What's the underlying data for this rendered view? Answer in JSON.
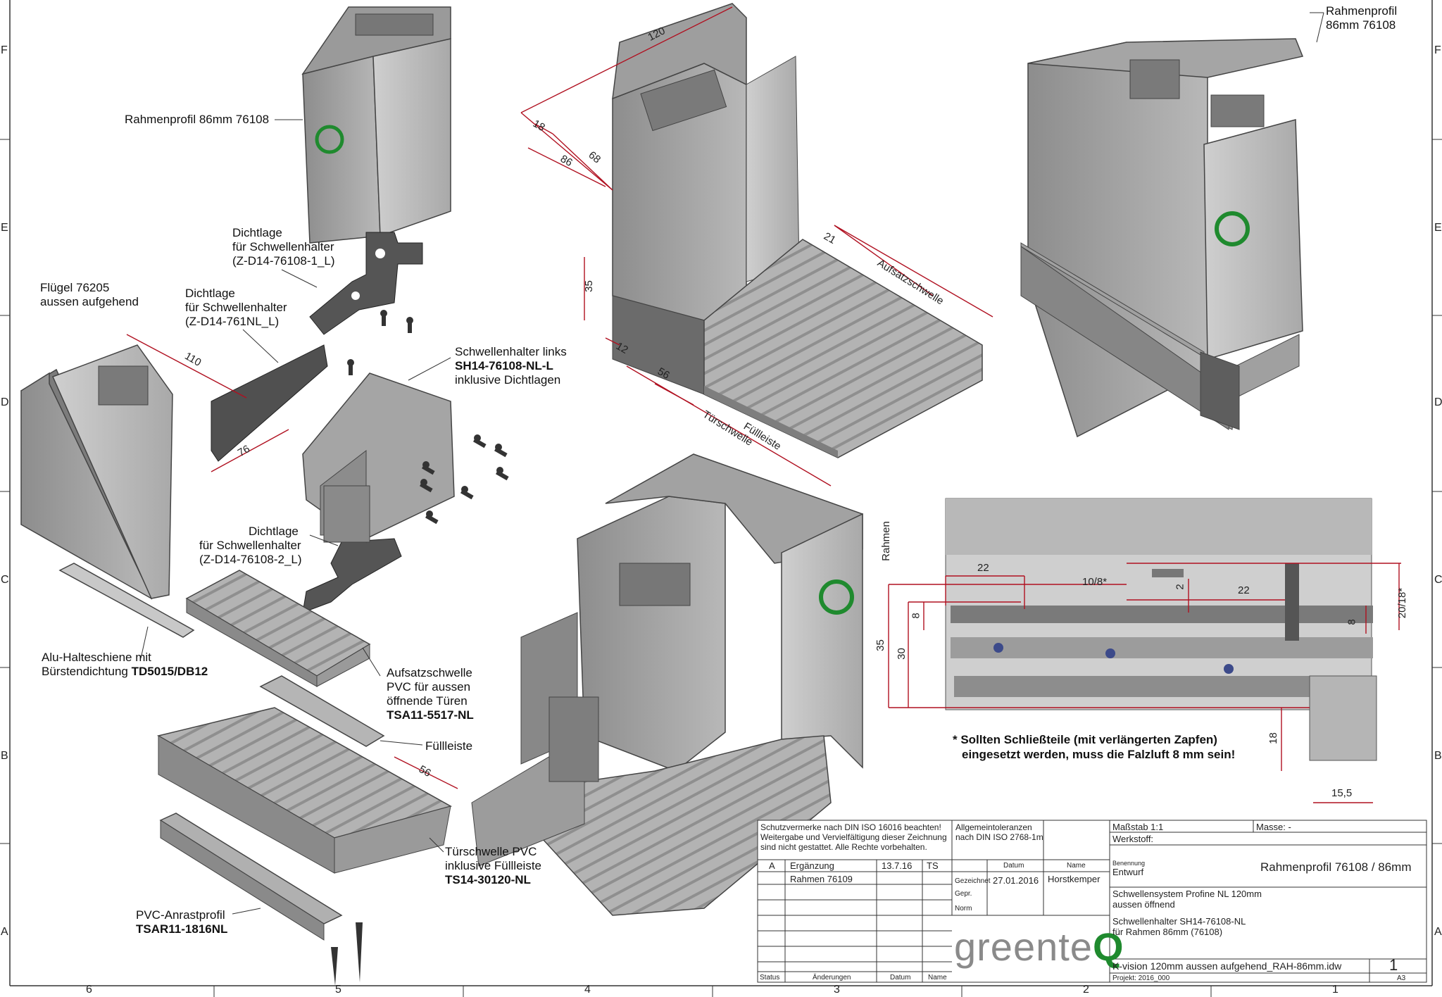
{
  "labels": {
    "rahmenprofil_top": "Rahmenprofil 86mm 76108",
    "rahmenprofil_tr_1": "Rahmenprofil",
    "rahmenprofil_tr_2": "86mm 76108",
    "dichtlage1_1": "Dichtlage",
    "dichtlage1_2": "für Schwellenhalter",
    "dichtlage1_3": "(Z-D14-76108-1_L)",
    "fluegel_1": "Flügel 76205",
    "fluegel_2": "aussen aufgehend",
    "dichtlage2_1": "Dichtlage",
    "dichtlage2_2": "für Schwellenhalter",
    "dichtlage2_3": "(Z-D14-761NL_L)",
    "schwellenhalter_1": "Schwellenhalter links",
    "schwellenhalter_2": "SH14-76108-NL-L",
    "schwellenhalter_3": "inklusive Dichtlagen",
    "dichtlage3_1": "Dichtlage",
    "dichtlage3_2": "für Schwellenhalter",
    "dichtlage3_3": "(Z-D14-76108-2_L)",
    "alu_1": "Alu-Halteschiene mit",
    "alu_2a": "Bürstendichtung ",
    "alu_2b": "TD5015/DB12",
    "aufsatz_1": "Aufsatzschwelle",
    "aufsatz_2": "PVC für aussen",
    "aufsatz_3": "öffnende Türen",
    "aufsatz_4": "TSA11-5517-NL",
    "fuellleiste": "Füllleiste",
    "tuerschwelle_1": "Türschwelle PVC",
    "tuerschwelle_2": "inklusive Füllleiste",
    "tuerschwelle_3": "TS14-30120-NL",
    "anrast_1": "PVC-Anrastprofil",
    "anrast_2": "TSAR11-1816NL",
    "aufsatzschwelle_dim": "Aufsatzschwelle",
    "tuerschwelle_dim": "Türschwelle",
    "fuellleiste_dim": "Füllleiste"
  },
  "dimensions": {
    "d120": "120",
    "d18": "18",
    "d68": "68",
    "d86": "86",
    "d21": "21",
    "d35": "35",
    "d12": "12",
    "d56": "56",
    "d110": "110",
    "d76": "76",
    "d56b": "56",
    "s22a": "22",
    "s108": "10/8*",
    "s2": "2",
    "s22b": "22",
    "s2018": "20/18*",
    "s8a": "8",
    "s8b": "8",
    "s35": "35",
    "s30": "30",
    "s18": "18",
    "s155": "15,5",
    "rahmen": "Rahmen"
  },
  "note": {
    "line1": "* Sollten Schließteile (mit verlängerten Zapfen)",
    "line2": "eingesetzt werden, muss die Falzluft 8 mm sein!"
  },
  "ruler": {
    "rows": [
      "F",
      "E",
      "D",
      "C",
      "B",
      "A"
    ],
    "cols": [
      "6",
      "5",
      "4",
      "3",
      "2",
      "1"
    ]
  },
  "title_block": {
    "schutz_1": "Schutzvermerke nach DIN ISO 16016 beachten!",
    "schutz_2": "Weitergabe und Vervielfältigung dieser Zeichnung",
    "schutz_3": "sind nicht gestattet. Alle Rechte vorbehalten.",
    "tol_1": "Allgemeintoleranzen",
    "tol_2": "nach DIN ISO 2768-1m",
    "rev_letter": "A",
    "rev_text": "Ergänzung",
    "rev_date": "13.7.16",
    "rev_by": "TS",
    "rev_text2": "Rahmen 76109",
    "hdr_datum": "Datum",
    "hdr_name": "Name",
    "gezeichnet": "Gezeichnet",
    "gez_date": "27.01.2016",
    "gez_name": "Horstkemper",
    "gepr": "Gepr.",
    "norm": "Norm",
    "status": "Status",
    "aenderungen": "Änderungen",
    "datum_b": "Datum",
    "name_b": "Name",
    "massstab": "Maßstab 1:1",
    "masse": "Masse: -",
    "werkstoff": "Werkstoff:",
    "benennung": "Benennung",
    "entwurf": "Entwurf",
    "title": "Rahmenprofil 76108 / 86mm",
    "desc_1": "Schwellensystem Profine NL 120mm",
    "desc_2": "aussen öffnend",
    "desc_3": "Schwellenhalter SH14-76108-NL",
    "desc_4": "für Rahmen 86mm (76108)",
    "file": "K-vision 120mm aussen aufgehend_RAH-86mm.idw",
    "projekt": "Projekt: 2016_000",
    "sheet_no": "1",
    "format": "A3",
    "logo_a": "greente",
    "logo_b": "Q"
  },
  "colors": {
    "profile_light": "#c9c9c9",
    "profile_mid": "#a8a8a8",
    "profile_dark": "#6e6e6e",
    "dimension": "#b01020",
    "logo_green": "#1f8a2e"
  }
}
